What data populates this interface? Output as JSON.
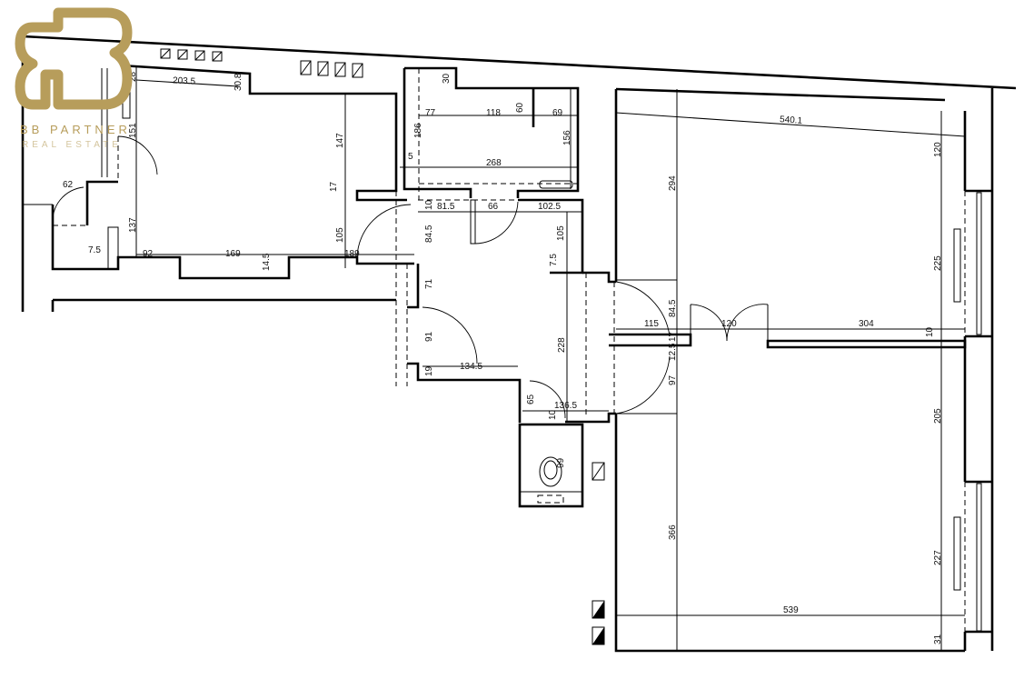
{
  "brand": {
    "logo_letters": "BB",
    "name": "BB PARTNER",
    "tagline": "REAL ESTATE",
    "color": "#b79d5b"
  },
  "dimensions": {
    "left_room": [
      "203.5",
      "30.8",
      "28",
      "151",
      "147",
      "17",
      "137",
      "105",
      "62",
      "7.5",
      "92",
      "169",
      "14.5",
      "189"
    ],
    "storage": [
      "30",
      "77",
      "118",
      "60",
      "69",
      "186",
      "156",
      "268",
      "5"
    ],
    "hall": [
      "10",
      "81.5",
      "66",
      "102.5",
      "84.5",
      "105",
      "7.5",
      "71",
      "91",
      "19",
      "134.5",
      "228",
      "136.5",
      "10",
      "65",
      "99"
    ],
    "right_rooms": [
      "540.1",
      "294",
      "120",
      "225",
      "84.5",
      "115",
      "120",
      "17",
      "12.5",
      "304",
      "10",
      "97",
      "205",
      "366",
      "227",
      "539",
      "31"
    ]
  }
}
